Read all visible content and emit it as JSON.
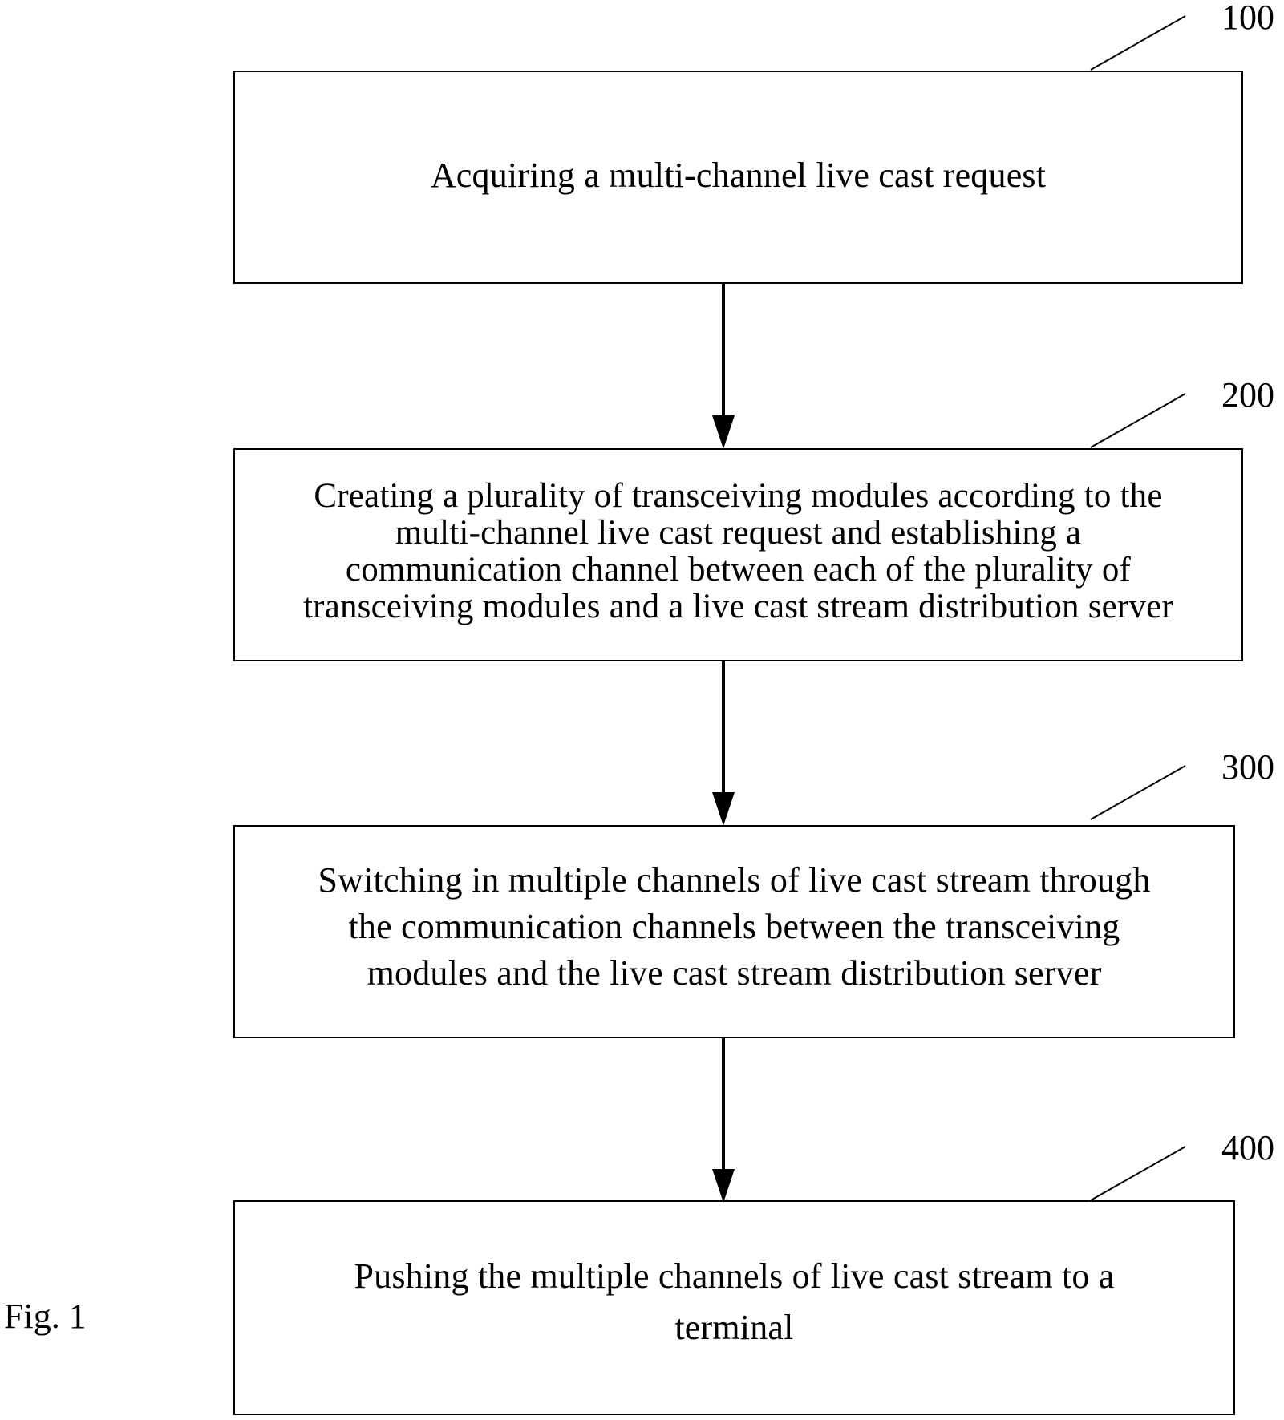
{
  "figure_label": "Fig. 1",
  "steps": [
    {
      "ref": "100",
      "text": "Acquiring a multi-channel live cast request"
    },
    {
      "ref": "200",
      "text": "Creating a plurality of transceiving modules according to the\nmulti-channel live cast request and establishing a\ncommunication channel between each of the plurality of\ntransceiving modules and a live cast stream distribution server"
    },
    {
      "ref": "300",
      "text": "Switching in multiple channels of live cast stream through\nthe communication channels between the transceiving\nmodules and the live cast stream distribution server"
    },
    {
      "ref": "400",
      "text": "Pushing the multiple channels of live cast stream to a\nterminal"
    }
  ]
}
